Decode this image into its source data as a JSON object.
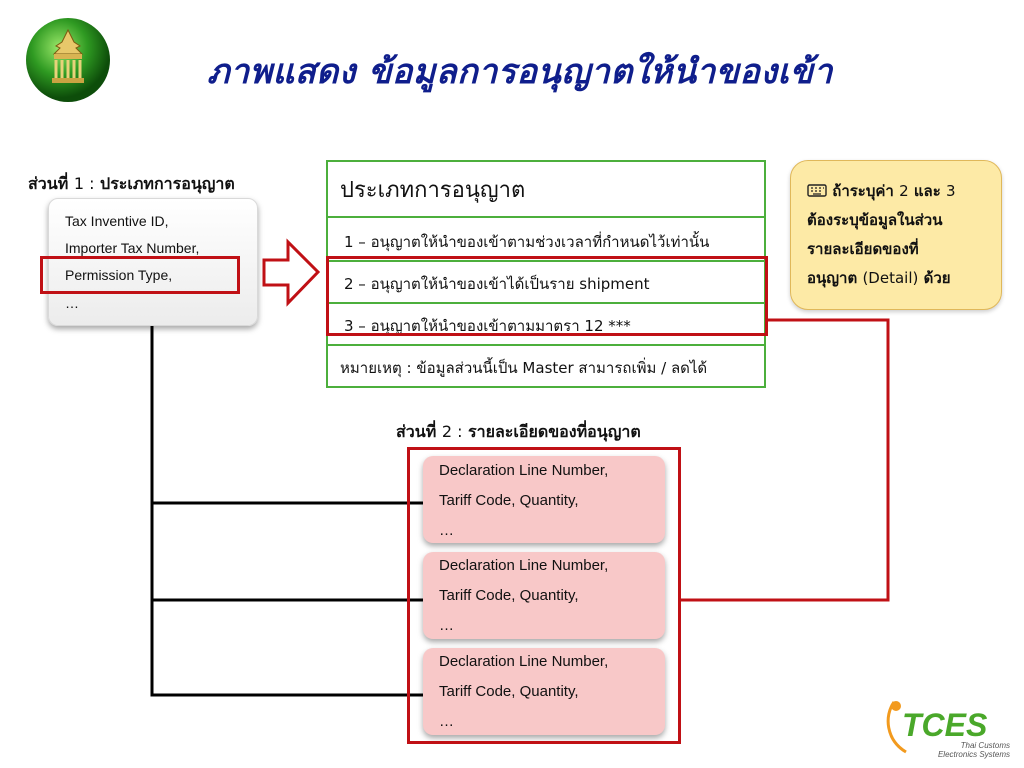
{
  "title": "ภาพแสดง ข้อมูลการอนุญาตให้นำของเข้า",
  "section1": {
    "prefix": "ส่วนที่",
    "num": "1 :",
    "name": "ประเภทการอนุญาต"
  },
  "section1_card": {
    "lines": [
      "Tax Inventive ID,",
      "Importer Tax Number,",
      "Permission Type,",
      "…"
    ]
  },
  "permission_table": {
    "title": "ประเภทการอนุญาต",
    "options": [
      "1 – อนุญาตให้นำของเข้าตามช่วงเวลาที่กำหนดไว้เท่านั้น",
      "2 – อนุญาตให้นำของเข้าได้เป็นราย shipment",
      "3 – อนุญาตให้นำของเข้าตามมาตรา 12  ***"
    ],
    "remark": "หมายเหตุ : ข้อมูลส่วนนี้เป็น Master สามารถเพิ่ม / ลดได้"
  },
  "note": {
    "icon": "keyboard-icon",
    "l1a": "ถ้าระบุค่า",
    "l1b": "2",
    "l1c": "และ",
    "l1d": "3",
    "l2": "ต้องระบุข้อมูลในส่วน",
    "l3": "รายละเอียดของที่",
    "l4a": "อนุญาต",
    "l4b": "(Detail)",
    "l4c": "ด้วย"
  },
  "section2": {
    "prefix": "ส่วนที่",
    "num": "2 :",
    "name": "รายละเอียดของที่อนุญาต"
  },
  "detail_cards": [
    {
      "l1": "Declaration Line Number,",
      "l2": "Tariff Code, Quantity,",
      "l3": "…"
    },
    {
      "l1": "Declaration Line Number,",
      "l2": "Tariff Code, Quantity,",
      "l3": "…"
    },
    {
      "l1": "Declaration Line Number,",
      "l2": "Tariff Code, Quantity,",
      "l3": "…"
    }
  ],
  "logo": {
    "name": "TCES",
    "sub1": "Thai Customs",
    "sub2": "Electronics Systems"
  },
  "colors": {
    "title": "#0f1e8c",
    "highlight": "#c01015",
    "table_border": "#4caf3c",
    "note_bg": "#fdeaa6",
    "detail_bg": "#f8c8c8"
  }
}
